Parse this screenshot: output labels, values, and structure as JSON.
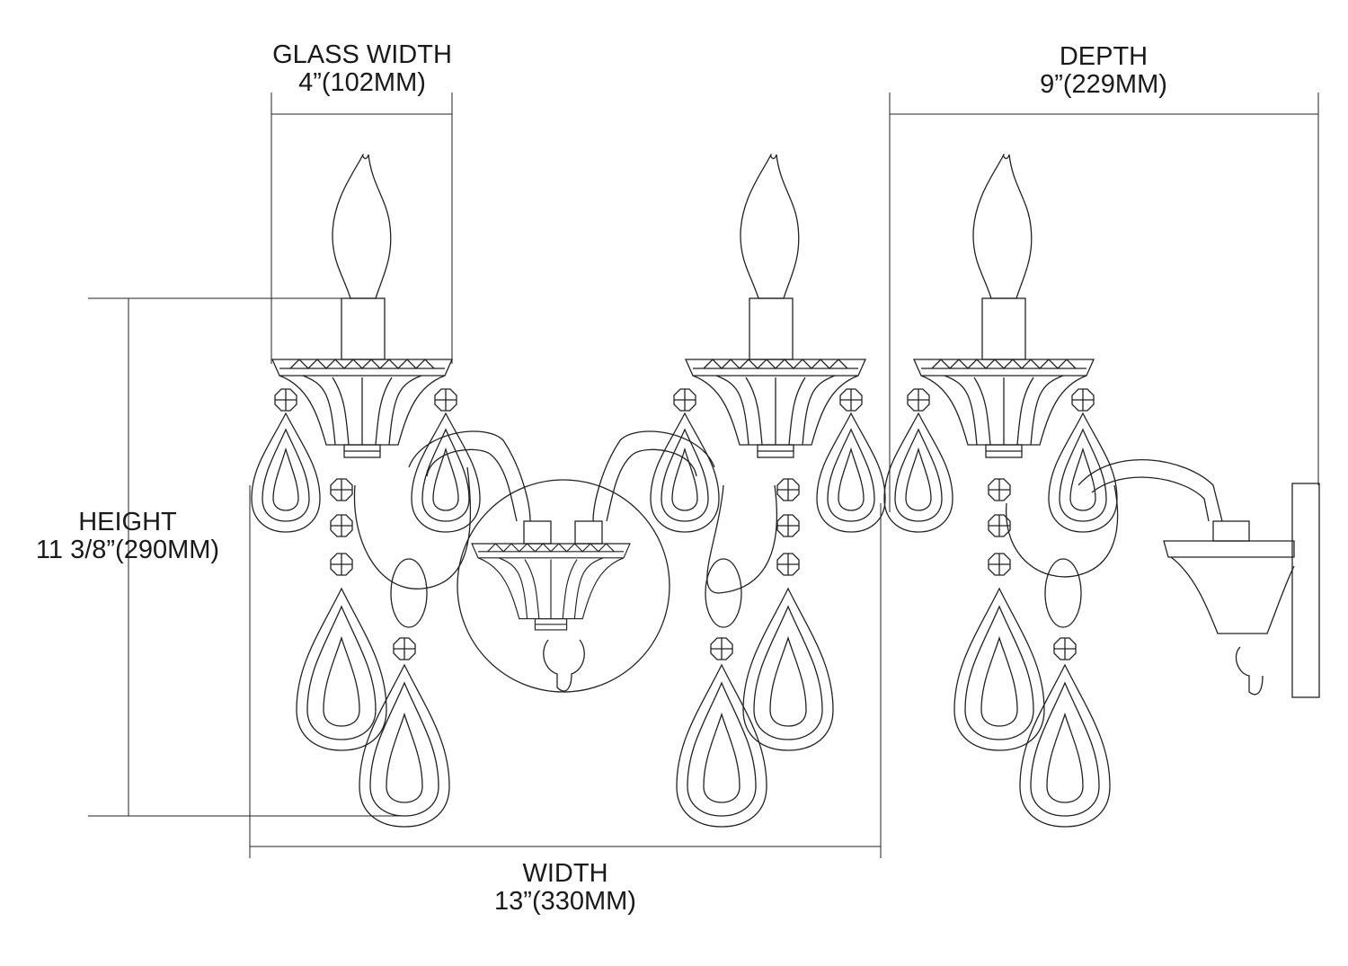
{
  "dimensions": {
    "glass_width": {
      "label": "GLASS WIDTH",
      "value": "4”(102MM)"
    },
    "depth": {
      "label": "DEPTH",
      "value": "9”(229MM)"
    },
    "height": {
      "label": "HEIGHT",
      "value": "11 3/8”(290MM)"
    },
    "width": {
      "label": "WIDTH",
      "value": "13”(330MM)"
    }
  },
  "colors": {
    "line": "#222222",
    "background": "#ffffff"
  }
}
